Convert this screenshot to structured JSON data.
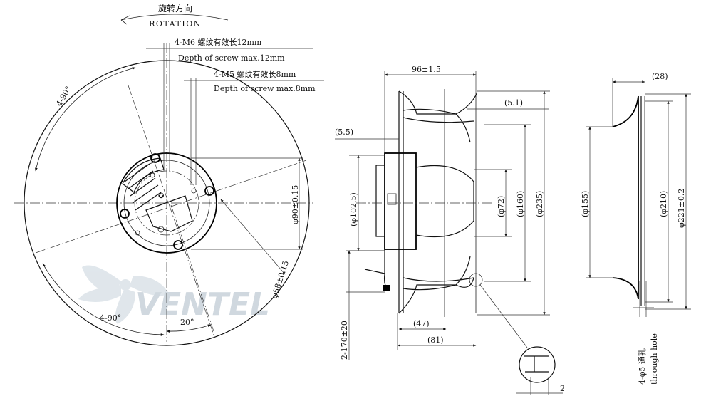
{
  "rotation": {
    "label_cn": "旋转方向",
    "label_en": "ROTATION"
  },
  "screws": {
    "m6_cn": "4-M6 螺纹有效长12mm",
    "m6_en": "Depth of screw max.12mm",
    "m5_cn": "4-M5 螺纹有效长8mm",
    "m5_en": "Depth of screw max.8mm"
  },
  "front_view": {
    "angle_top": "4-90°",
    "angle_bottom": "4-90°",
    "angle_small": "20°",
    "dia_90": "φ90±0.15",
    "dia_58": "φ58±0.15"
  },
  "side_view": {
    "width": "96±1.5",
    "offset_5_1": "(5.1)",
    "offset_5_5": "(5.5)",
    "dia_102_5": "(φ102.5)",
    "dia_72": "(φ72)",
    "dia_160": "(φ160)",
    "dia_235": "(φ235)",
    "cable_len": "2-170±20",
    "dim_47": "(47)",
    "dim_81": "(81)",
    "detail_2": "2"
  },
  "ring_view": {
    "depth_28": "(28)",
    "dia_155": "(φ155)",
    "dia_210": "(φ210)",
    "dia_221": "φ221±0.2",
    "holes_cn": "4-φ5 通孔",
    "holes_en": "through hole"
  },
  "watermark": {
    "logo_text": "VENTEL"
  }
}
